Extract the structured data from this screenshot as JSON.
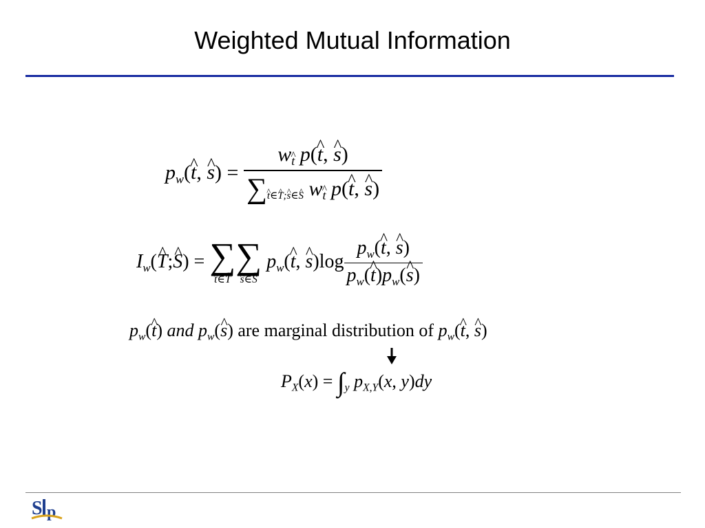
{
  "slide": {
    "title": "Weighted Mutual Information"
  },
  "formulas": {
    "marginal_text": {
      "and_word": "and",
      "are_phrase": "are marginal distribution of"
    },
    "log_word": "log"
  },
  "colors": {
    "title_rule": "#1428a0",
    "footer_rule": "#808080",
    "logo_blue": "#1f3f8f",
    "logo_gold": "#d9a21b"
  },
  "footer": {
    "logo": "SLP"
  }
}
